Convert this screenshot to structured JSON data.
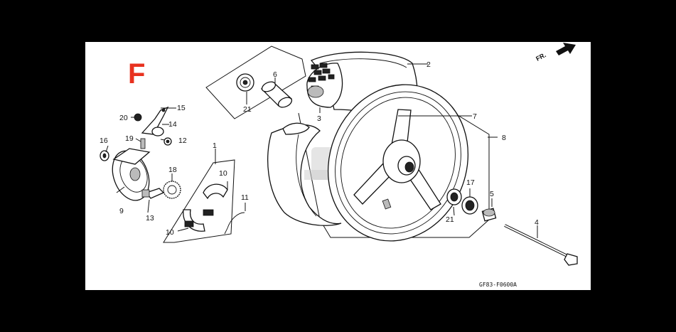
{
  "section_label": "F",
  "direction_label": "FR.",
  "diagram_code": "GF83-F0600A",
  "callouts": {
    "c1": "1",
    "c2": "2",
    "c3": "3",
    "c4": "4",
    "c5": "5",
    "c6": "6",
    "c7": "7",
    "c8": "8",
    "c9": "9",
    "c10a": "10",
    "c10b": "10",
    "c11": "11",
    "c12": "12",
    "c13": "13",
    "c14": "14",
    "c15": "15",
    "c16": "16",
    "c17": "17",
    "c18": "18",
    "c19": "19",
    "c20": "20",
    "c21a": "21",
    "c21b": "21"
  },
  "colors": {
    "background": "#000000",
    "sheet": "#ffffff",
    "section_label": "#e8321f",
    "linework": "#111111"
  }
}
